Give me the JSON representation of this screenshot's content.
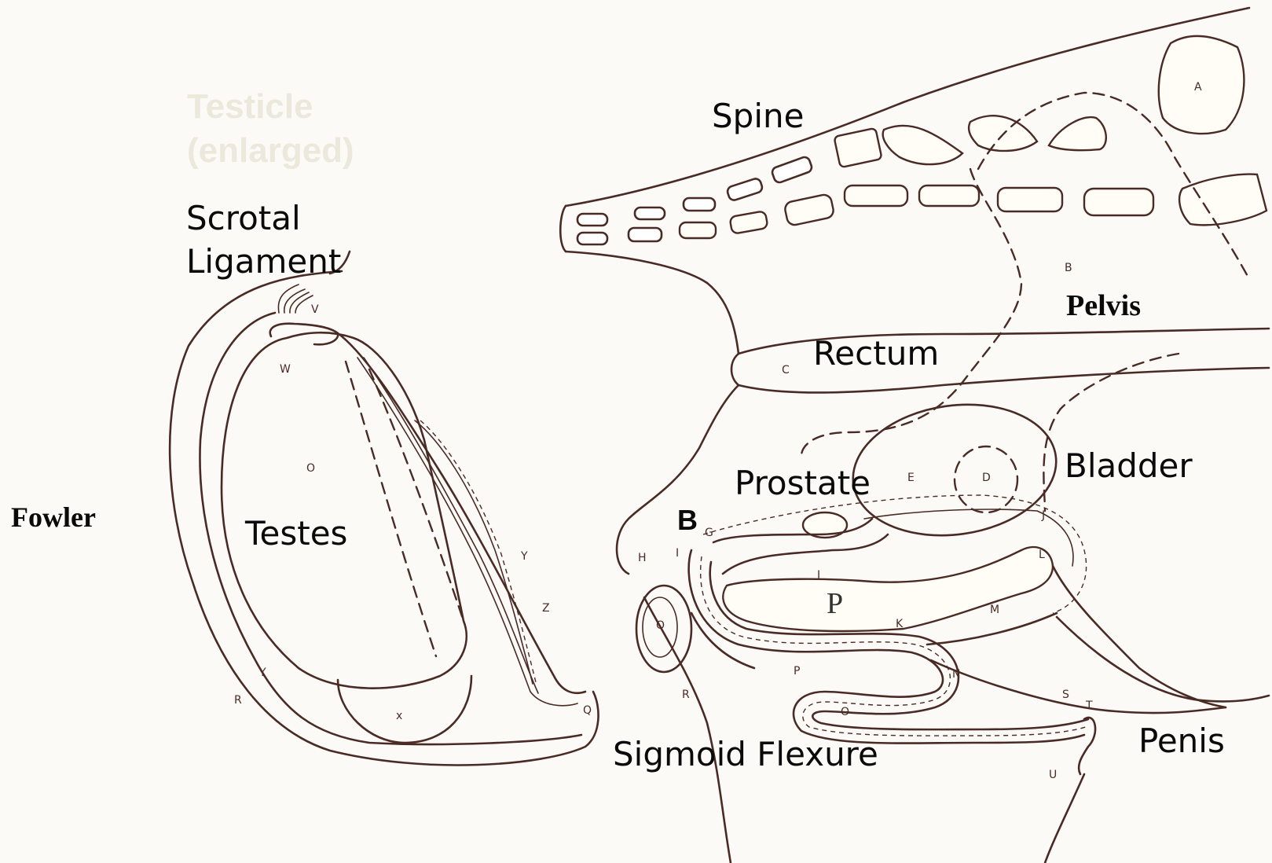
{
  "labels": {
    "testicle_enlarged_line1": "Testicle",
    "testicle_enlarged_line2": "(enlarged)",
    "scrotal_ligament_line1": "Scrotal",
    "scrotal_ligament_line2": "Ligament",
    "testes": "Testes",
    "fowler": "Fowler",
    "spine": "Spine",
    "pelvis": "Pelvis",
    "rectum": "Rectum",
    "bladder": "Bladder",
    "prostate": "Prostate",
    "b_marker": "B",
    "p_marker": "P",
    "sigmoid_flexure": "Sigmoid Flexure",
    "penis": "Penis"
  },
  "letter_marks": [
    "A",
    "B",
    "C",
    "D",
    "E",
    "G",
    "H",
    "I",
    "J",
    "K",
    "L",
    "M",
    "N",
    "O",
    "P",
    "Q",
    "R",
    "S",
    "T",
    "U",
    "V",
    "W",
    "X",
    "Y",
    "Z"
  ]
}
